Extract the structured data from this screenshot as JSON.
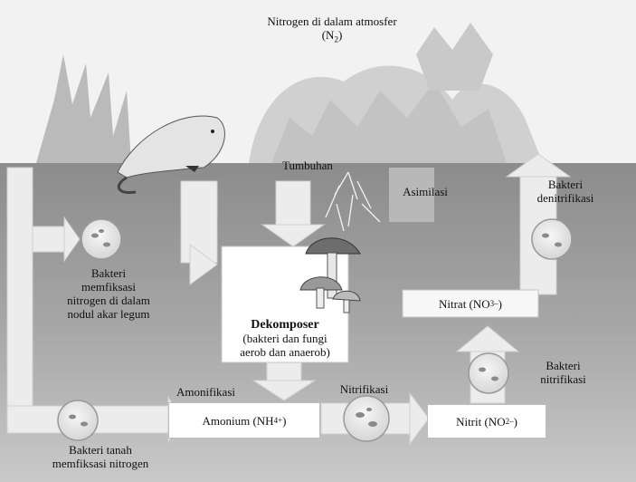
{
  "atmosphere": {
    "text": "Nitrogen di dalam atmosfer",
    "formula_open": "(N",
    "formula_sub": "2",
    "formula_close": ")"
  },
  "plants": "Tumbuhan",
  "assimilation": "Asimilasi",
  "denitrifying_bacteria": [
    "Bakteri",
    "denitrifikasi"
  ],
  "legume_bacteria": [
    "Bakteri",
    "memfiksasi",
    "nitrogen di dalam",
    "nodul akar legum"
  ],
  "decomposer": {
    "title": "Dekomposer",
    "lines": [
      "(bakteri dan fungi",
      "aerob dan anaerob)"
    ]
  },
  "nitrate": {
    "text": "Nitrat (NO",
    "sub": "3",
    "sup": "–",
    "close": ")"
  },
  "nitrifying_bacteria": [
    "Bakteri",
    "nitrifikasi"
  ],
  "ammonification": "Amonifikasi",
  "nitrification": "Nitrifikasi",
  "ammonium": {
    "text": "Amonium (NH",
    "sub": "4",
    "sup": "+",
    "close": ")"
  },
  "nitrite": {
    "text": "Nitrit (NO",
    "sub": "2",
    "sup": "–",
    "close": ")"
  },
  "soil_bacteria": [
    "Bakteri tanah",
    "memfiksasi nitrogen"
  ],
  "colors": {
    "background": "#f2f2f2",
    "soil": "#9a9a9a",
    "arrow": "#ececec",
    "box": "#ffffff"
  }
}
